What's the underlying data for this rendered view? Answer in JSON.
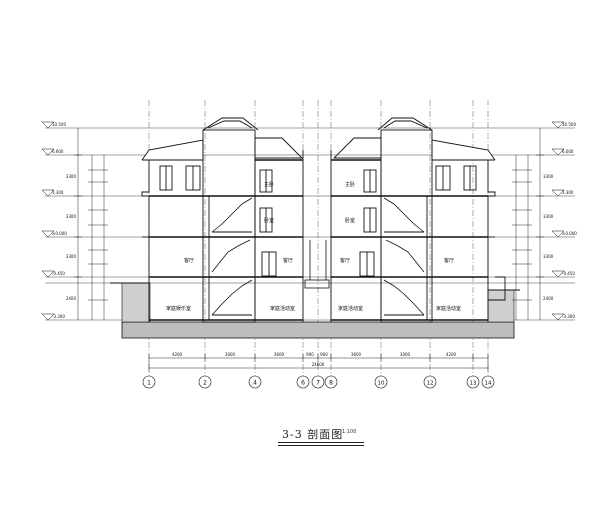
{
  "title": "3-3  剖面图",
  "scale": "1:100",
  "axes": [
    "1",
    "2",
    "4",
    "6",
    "7",
    "8",
    "10",
    "12",
    "13",
    "14"
  ],
  "rooms": {
    "bedroom": "卧室",
    "master_bedroom": "主卧",
    "living_room": "客厅",
    "basement_room": "家庭活动室",
    "basement_left": "家庭娱乐室"
  },
  "levels": {
    "ridge": "10.500",
    "third": "6.600",
    "second": "3.300",
    "ground": "±0.000",
    "grade": "-0.450",
    "basement": "-3.300"
  },
  "dims": {
    "total": "24600",
    "bay_a": "4200",
    "bay_b": "3000",
    "bay_c": "3600",
    "bay_d": "900",
    "storey": "3300",
    "parapet": "2400"
  }
}
